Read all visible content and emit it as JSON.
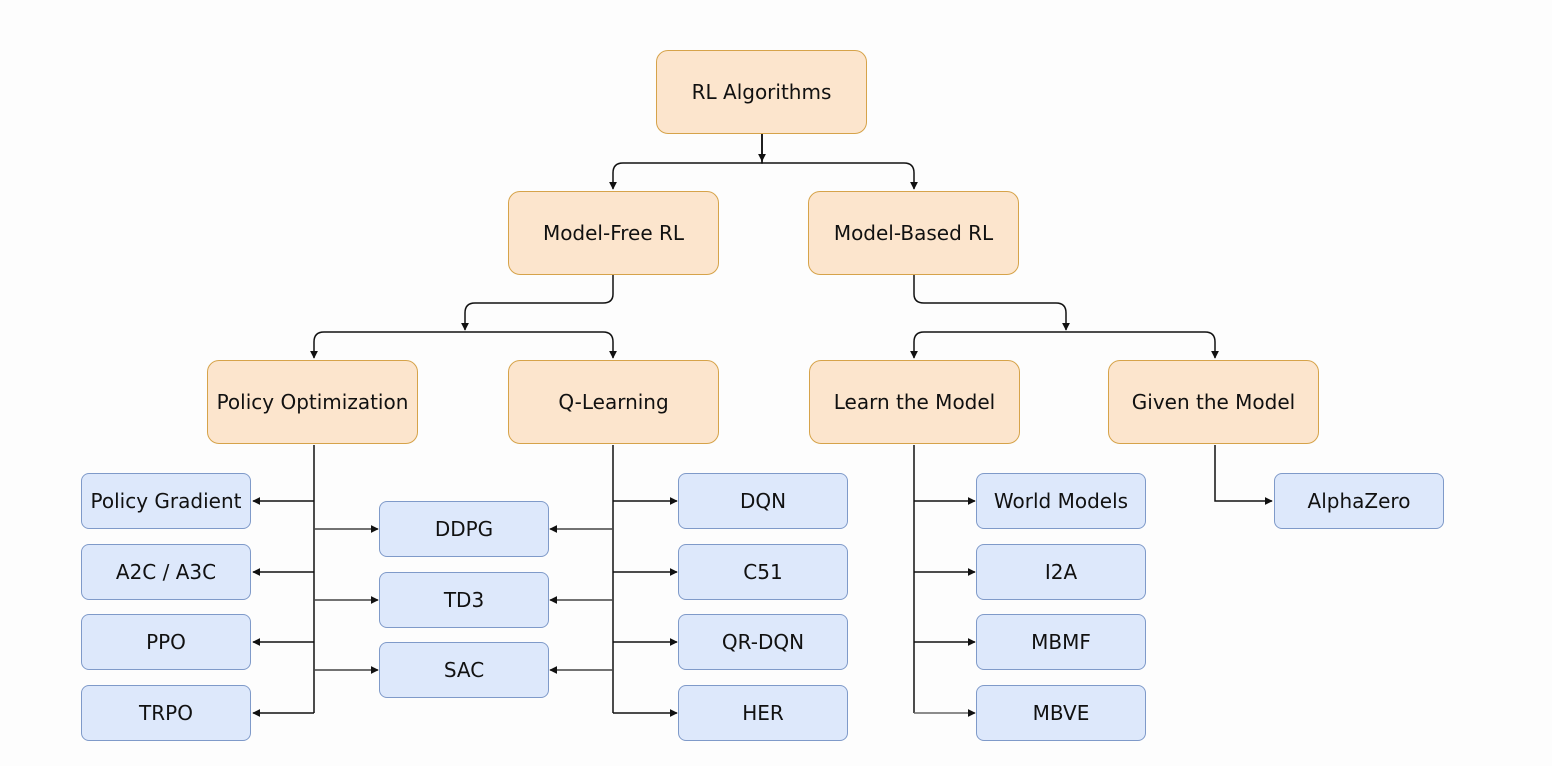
{
  "diagram": {
    "colors": {
      "category_fill": "#fce5cd",
      "category_border": "#d6a34a",
      "algorithm_fill": "#dde8fb",
      "algorithm_border": "#7f9ac9",
      "edge": "#111111"
    },
    "nodes": {
      "root": "RL Algorithms",
      "model_free": "Model-Free RL",
      "model_based": "Model-Based RL",
      "policy_opt": "Policy Optimization",
      "q_learning": "Q-Learning",
      "learn_model": "Learn the Model",
      "given_model": "Given the Model",
      "policy_gradient": "Policy Gradient",
      "a2c": "A2C / A3C",
      "ppo": "PPO",
      "trpo": "TRPO",
      "ddpg": "DDPG",
      "td3": "TD3",
      "sac": "SAC",
      "dqn": "DQN",
      "c51": "C51",
      "qrdqn": "QR-DQN",
      "her": "HER",
      "world_models": "World Models",
      "i2a": "I2A",
      "mbmf": "MBMF",
      "mbve": "MBVE",
      "alphazero": "AlphaZero"
    }
  }
}
